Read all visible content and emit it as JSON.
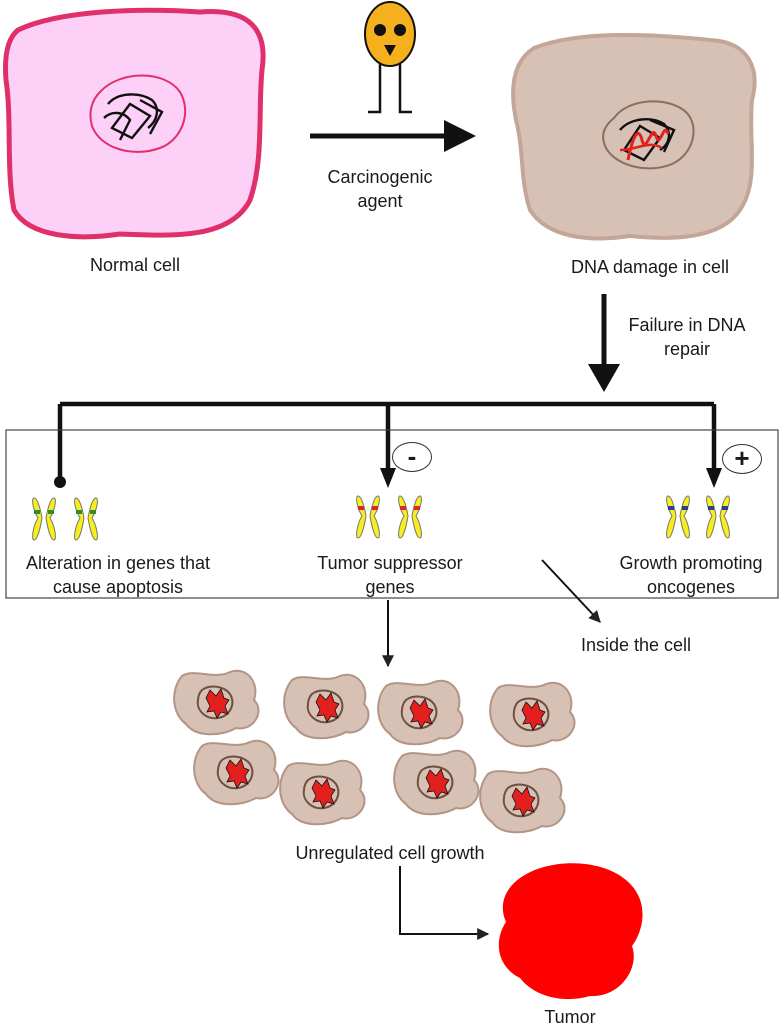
{
  "labels": {
    "normal_cell": "Normal cell",
    "carcinogenic_agent_line1": "Carcinogenic",
    "carcinogenic_agent_line2": "agent",
    "dna_damage": "DNA damage in cell",
    "failure_repair_line1": "Failure in DNA",
    "failure_repair_line2": "repair",
    "apoptosis_line1": "Alteration in genes that",
    "apoptosis_line2": "cause apoptosis",
    "tumor_suppressor_line1": "Tumor suppressor",
    "tumor_suppressor_line2": "genes",
    "oncogenes_line1": "Growth promoting",
    "oncogenes_line2": "oncogenes",
    "inside_cell": "Inside the cell",
    "unregulated_growth": "Unregulated cell growth",
    "tumor": "Tumor"
  },
  "signs": {
    "minus": "-",
    "plus": "+"
  },
  "colors": {
    "normal_cell_fill": "#fdd0f8",
    "normal_cell_border": "#e0306a",
    "damaged_cell_fill": "#d7c0b4",
    "damaged_cell_border": "#c4a698",
    "agent_yellow": "#f5b01d",
    "chromosome_yellow": "#f7ee1b",
    "band_green": "#2f8a3a",
    "band_red": "#d6283a",
    "band_blue": "#2b3f8f",
    "dna_damage_red": "#e4201f",
    "tumor_red": "#ff0000"
  }
}
